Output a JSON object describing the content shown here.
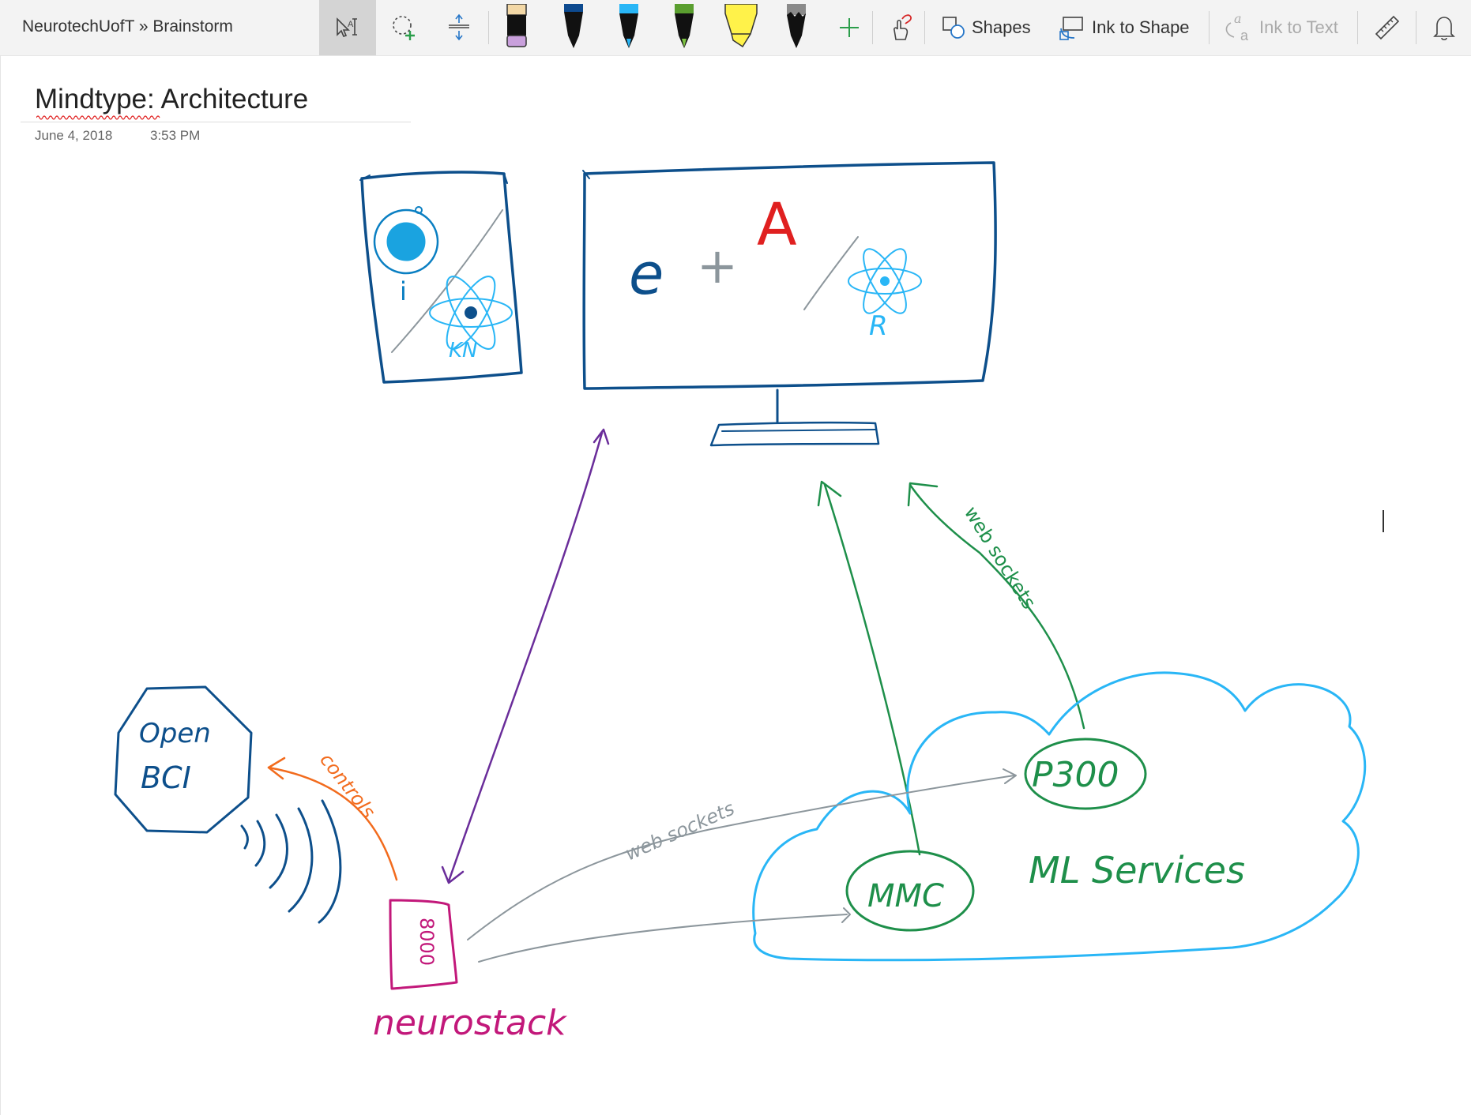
{
  "toolbar": {
    "breadcrumb": "NeurotechUofT » Brainstorm",
    "shapes_label": "Shapes",
    "ink_to_shape_label": "Ink to Shape",
    "ink_to_text_label": "Ink to Text",
    "icons": [
      "select-text-icon",
      "lasso-select-icon",
      "add-space-icon",
      "pen-icon",
      "add-pen-icon",
      "touch-drawing-icon",
      "ruler-icon",
      "bell-icon"
    ],
    "pens": [
      {
        "type": "highlighter",
        "color": "#c9a0dc",
        "cap": "#f3d8a6"
      },
      {
        "type": "pen",
        "color": "#111111",
        "cap": "#0d4a8f"
      },
      {
        "type": "pen",
        "color": "#111111",
        "cap": "#29b6f6"
      },
      {
        "type": "pen",
        "color": "#7cc242",
        "cap": "#5a9e2f"
      },
      {
        "type": "highlighter",
        "color": "#fff24a",
        "cap": "#fff24a"
      },
      {
        "type": "pencil",
        "color": "#111111",
        "cap": "#8a8a8a"
      }
    ]
  },
  "page": {
    "title": "Mindtype: Architecture",
    "date": "June 4, 2018",
    "time": "3:53 PM"
  },
  "ink": {
    "screen_e": "e",
    "screen_plus": "+",
    "screen_a": "A",
    "phone_i": "i",
    "phone_kn": "KN",
    "monitor_r": "R",
    "openbci_line1": "Open",
    "openbci_line2": "BCI",
    "controls": "controls",
    "web_sockets_top": "web sockets",
    "web_sockets_bottom": "web sockets",
    "p300": "P300",
    "mmc": "MMC",
    "ml_services": "ML Services",
    "neurostack": "neurostack",
    "device_label": "8000",
    "colors": {
      "blue_ink": "#0d4f8b",
      "light_blue": "#29b6f6",
      "red": "#e02020",
      "purple": "#6a2d9a",
      "green": "#1e8f4a",
      "orange": "#f26b1d",
      "gray": "#8c969c",
      "magenta": "#c2187a"
    }
  }
}
